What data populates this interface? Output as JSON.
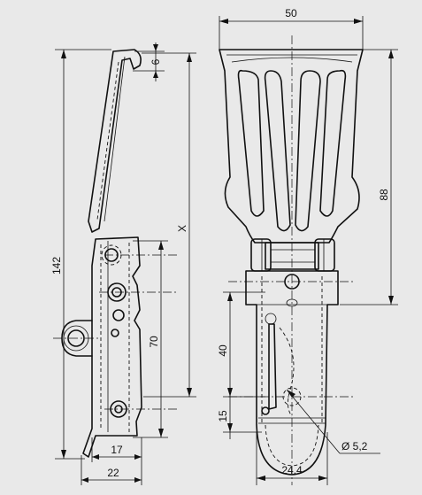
{
  "dimensions": {
    "overall_height": "142",
    "hook_gap": "6",
    "variable_height": "X",
    "hole_span": "70",
    "base_depth_inner": "17",
    "base_depth_outer": "22",
    "handle_width": "50",
    "handle_height": "88",
    "slot_length": "40",
    "lower_offset": "15",
    "strap_width": "24,4",
    "hole_diameter": "Ø 5,2"
  },
  "colors": {
    "background": "#e9e9e9",
    "ink": "#111111"
  }
}
